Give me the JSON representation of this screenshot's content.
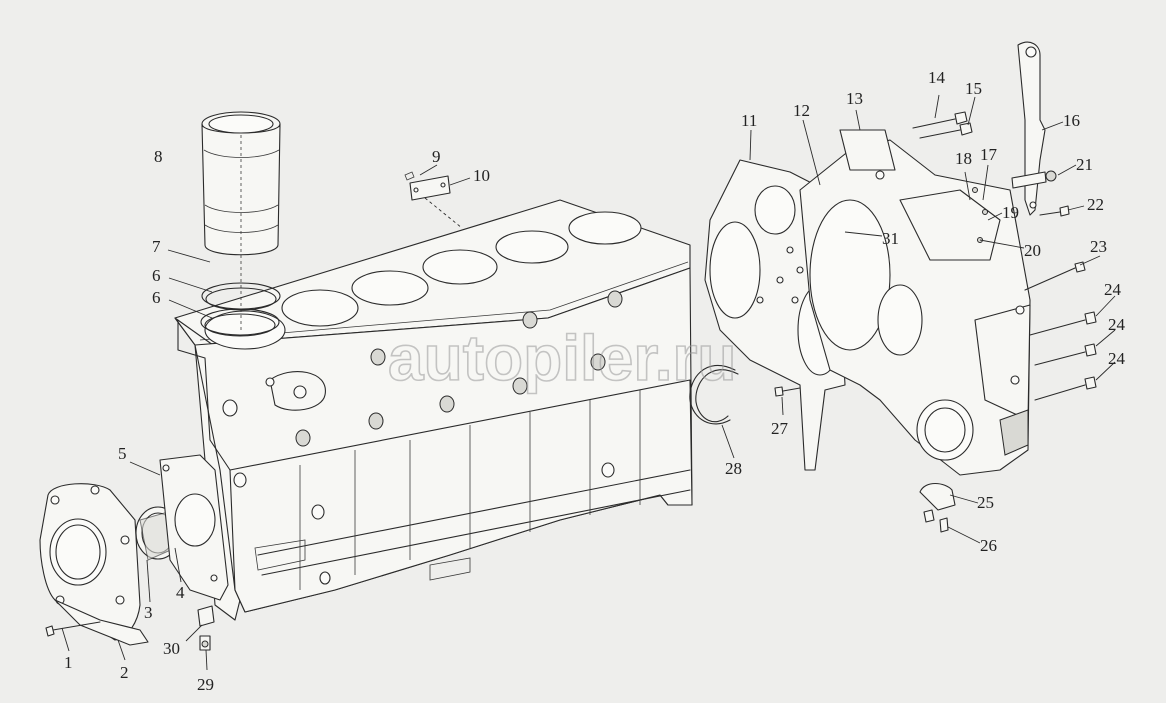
{
  "watermark": "autopiler.ru",
  "callouts": [
    {
      "id": "c1",
      "text": "1"
    },
    {
      "id": "c2",
      "text": "2"
    },
    {
      "id": "c3",
      "text": "3"
    },
    {
      "id": "c4",
      "text": "4"
    },
    {
      "id": "c5",
      "text": "5"
    },
    {
      "id": "c6a",
      "text": "6"
    },
    {
      "id": "c6b",
      "text": "6"
    },
    {
      "id": "c7",
      "text": "7"
    },
    {
      "id": "c8",
      "text": "8"
    },
    {
      "id": "c9",
      "text": "9"
    },
    {
      "id": "c10",
      "text": "10"
    },
    {
      "id": "c11",
      "text": "11"
    },
    {
      "id": "c12",
      "text": "12"
    },
    {
      "id": "c13",
      "text": "13"
    },
    {
      "id": "c14",
      "text": "14"
    },
    {
      "id": "c15",
      "text": "15"
    },
    {
      "id": "c16",
      "text": "16"
    },
    {
      "id": "c17",
      "text": "17"
    },
    {
      "id": "c18",
      "text": "18"
    },
    {
      "id": "c19",
      "text": "19"
    },
    {
      "id": "c20",
      "text": "20"
    },
    {
      "id": "c21",
      "text": "21"
    },
    {
      "id": "c22",
      "text": "22"
    },
    {
      "id": "c23",
      "text": "23"
    },
    {
      "id": "c24a",
      "text": "24"
    },
    {
      "id": "c24b",
      "text": "24"
    },
    {
      "id": "c24c",
      "text": "24"
    },
    {
      "id": "c25",
      "text": "25"
    },
    {
      "id": "c26",
      "text": "26"
    },
    {
      "id": "c27",
      "text": "27"
    },
    {
      "id": "c28",
      "text": "28"
    },
    {
      "id": "c29",
      "text": "29"
    },
    {
      "id": "c30",
      "text": "30"
    },
    {
      "id": "c31",
      "text": "31"
    }
  ]
}
